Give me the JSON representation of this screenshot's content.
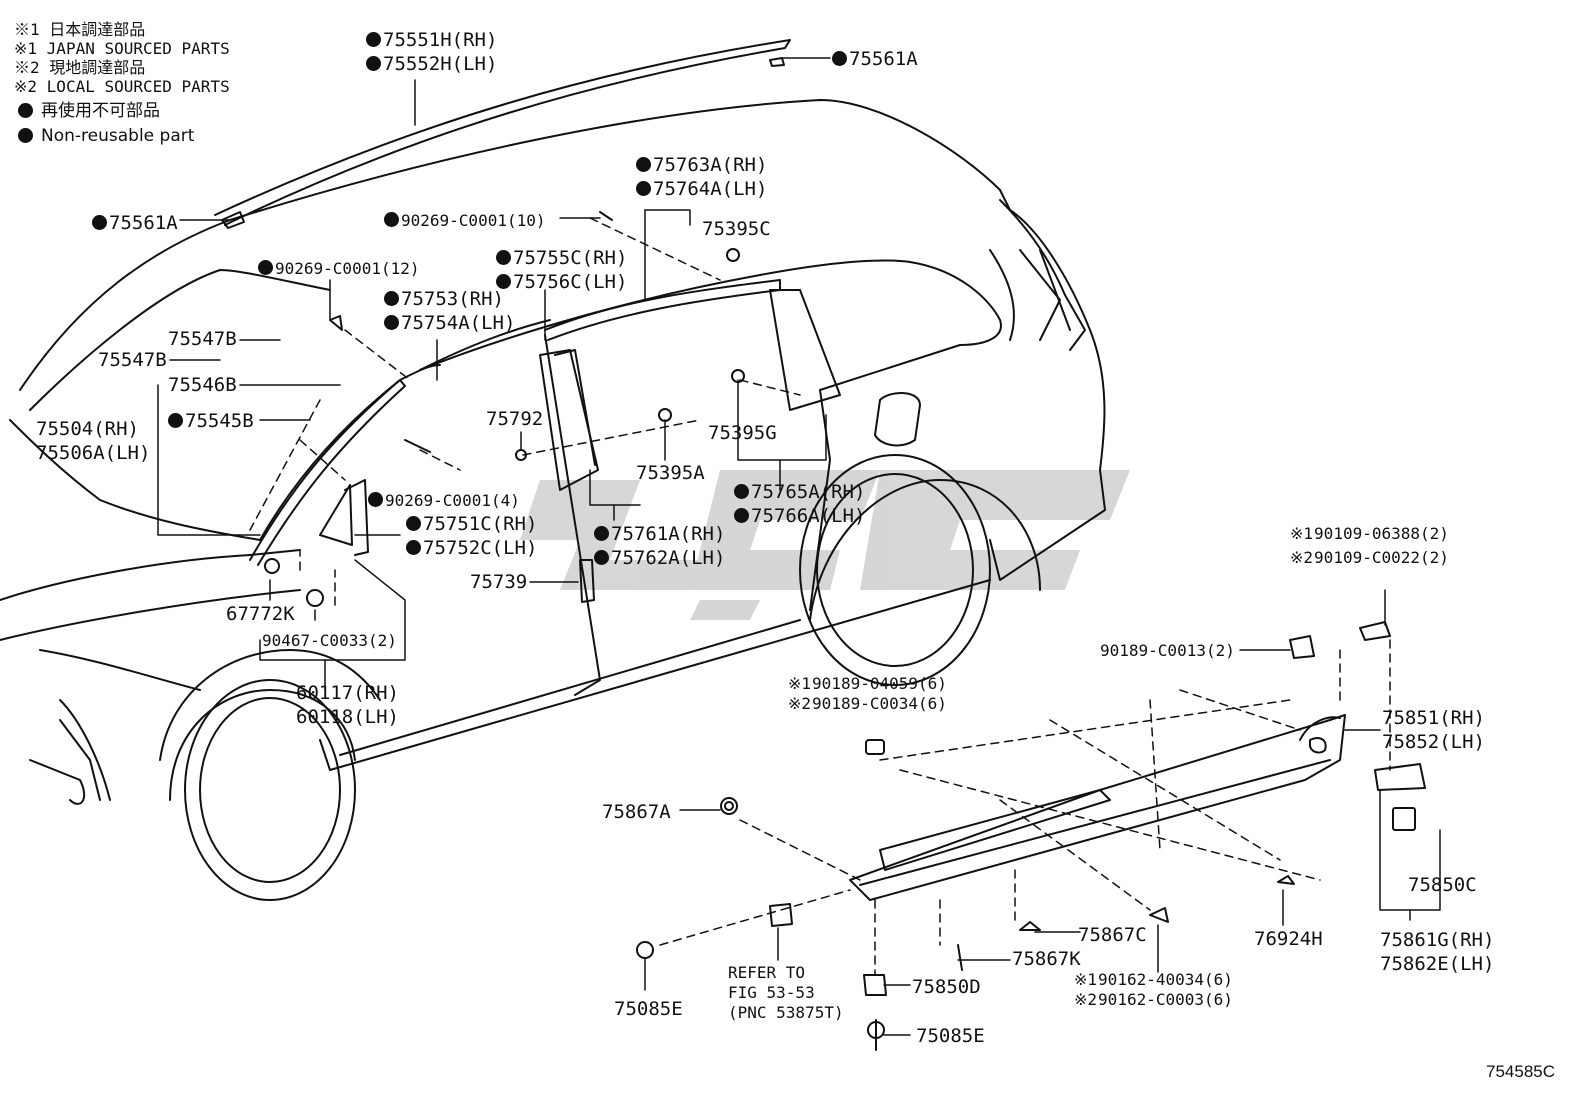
{
  "legend": {
    "l1": "※1 日本調達部品",
    "l2": "※1 JAPAN SOURCED PARTS",
    "l3": "※2 現地調達部品",
    "l4": "※2 LOCAL SOURCED PARTS",
    "l5": "再使用不可部品",
    "l6": "Non-reusable part"
  },
  "labels": {
    "p75551H": "75551H(RH)",
    "p75552H": "75552H(LH)",
    "p75561A_top": "75561A",
    "p75561A_left": "75561A",
    "p75763A": "75763A(RH)",
    "p75764A": "75764A(LH)",
    "p90269_10": "90269-C0001(10)",
    "p75395C": "75395C",
    "p90269_12": "90269-C0001(12)",
    "p75755C": "75755C(RH)",
    "p75756C": "75756C(LH)",
    "p75753": "75753(RH)",
    "p75754A": "75754A(LH)",
    "p75547B_a": "75547B",
    "p75547B_b": "75547B",
    "p75546B": "75546B",
    "p75545B": "75545B",
    "p75504": "75504(RH)",
    "p75506A": "75506A(LH)",
    "p75792": "75792",
    "p75395G": "75395G",
    "p75395A": "75395A",
    "p90269_4": "90269-C0001(4)",
    "p75765A": "75765A(RH)",
    "p75766A": "75766A(LH)",
    "p75751C": "75751C(RH)",
    "p75752C": "75752C(LH)",
    "p75761A": "75761A(RH)",
    "p75762A": "75762A(LH)",
    "p75739": "75739",
    "p67772K": "67772K",
    "p90467": "90467-C0033(2)",
    "p60117": "60117(RH)",
    "p60118": "60118(LH)",
    "p90109_06388": "90109-06388(2)",
    "p90109_C0022": "90109-C0022(2)",
    "p90189_C0013": "90189-C0013(2)",
    "p90189_04059": "90189-04059(6)",
    "p90189_C0034": "90189-C0034(6)",
    "p75851": "75851(RH)",
    "p75852": "75852(LH)",
    "p75867A": "75867A",
    "p75850C": "75850C",
    "p75867C": "75867C",
    "p75867K": "75867K",
    "p76924H": "76924H",
    "p75861G": "75861G(RH)",
    "p75862E": "75862E(LH)",
    "p90162_40034": "90162-40034(6)",
    "p90162_C0003": "90162-C0003(6)",
    "p75850D": "75850D",
    "p75085E_a": "75085E",
    "p75085E_b": "75085E",
    "refer1": "REFER TO",
    "refer2": "FIG 53-53",
    "refer3": "(PNC 53875T)"
  },
  "marks": {
    "m1": "※1",
    "m2": "※2"
  },
  "figure_code": "754585C",
  "watermark": "IJIJC"
}
